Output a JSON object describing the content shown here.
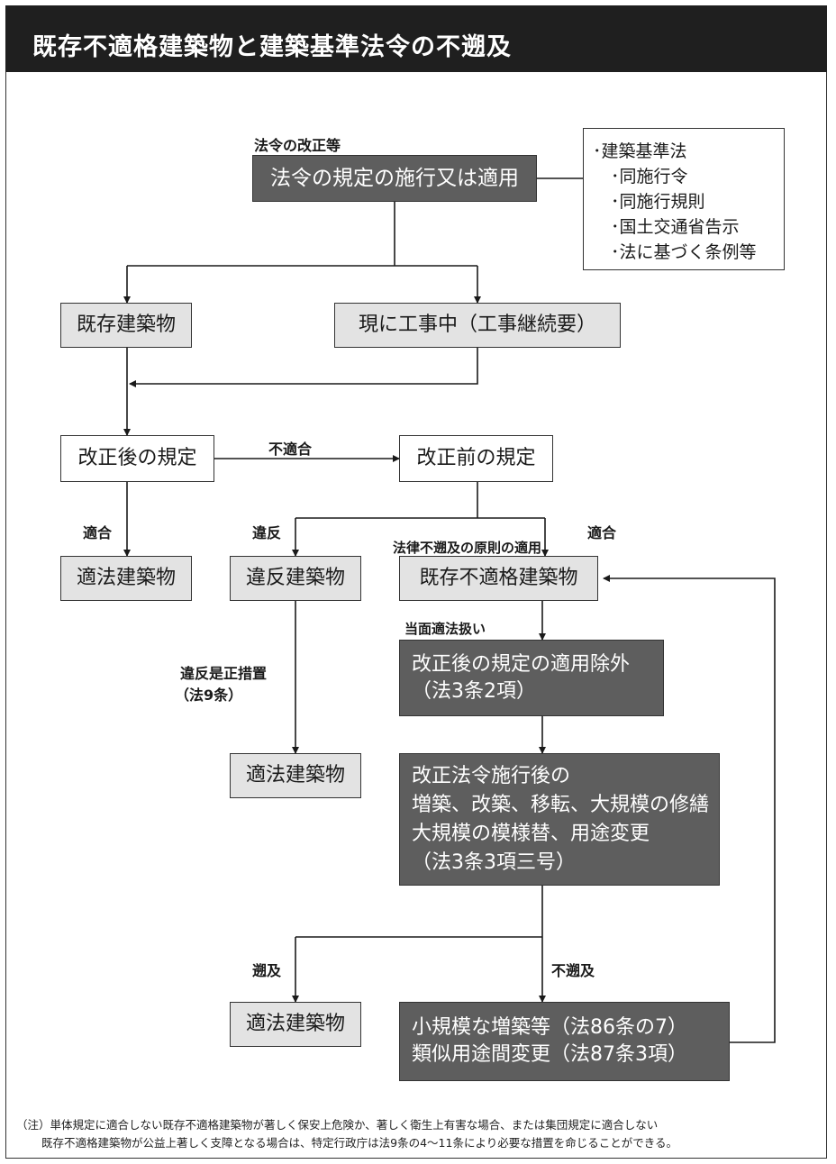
{
  "title": "既存不適格建築物と建築基準法令の不遡及",
  "labels": {
    "law_revision": "法令の改正等",
    "nonconform": "不適合",
    "conform_left": "適合",
    "violation": "違反",
    "conform_right": "適合",
    "non_retro_principle": "法律不遡及の原則の適用",
    "interim_treatment": "当面適法扱い",
    "correction_line1": "違反是正措置",
    "correction_line2": "（法9条）",
    "retroactive": "遡及",
    "non_retroactive": "不遡及"
  },
  "list_items": [
    "･建築基準法",
    "･同施行令",
    "･同施行規則",
    "･国土交通省告示",
    "･法に基づく条例等"
  ],
  "boxes": {
    "enforcement": "法令の規定の施行又は適用",
    "existing": "既存建築物",
    "under_construction": "現に工事中（工事継続要）",
    "after_rule": "改正後の規定",
    "before_rule": "改正前の規定",
    "legal_left": "適法建築物",
    "violating": "違反建築物",
    "existing_nonconforming": "既存不適格建築物",
    "exclusion_l1": "改正後の規定の適用除外",
    "exclusion_l2": "（法3条2項）",
    "works_l1": "改正法令施行後の",
    "works_l2": "増築、改築、移転、大規模の修繕",
    "works_l3": "大規模の模様替、用途変更",
    "works_l4": "（法3条3項三号）",
    "legal_mid": "適法建築物",
    "legal_bottom": "適法建築物",
    "small_l1": "小規模な増築等（法86条の7）",
    "small_l2": "類似用途間変更（法87条3項）"
  },
  "note": {
    "line1": "（注）単体規定に適合しない既存不適格建築物が著しく保安上危険か、著しく衛生上有害な場合、または集団規定に適合しない",
    "line2": "既存不適格建築物が公益上著しく支障となる場合は、特定行政庁は法9条の4～11条により必要な措置を命じることができる。"
  }
}
